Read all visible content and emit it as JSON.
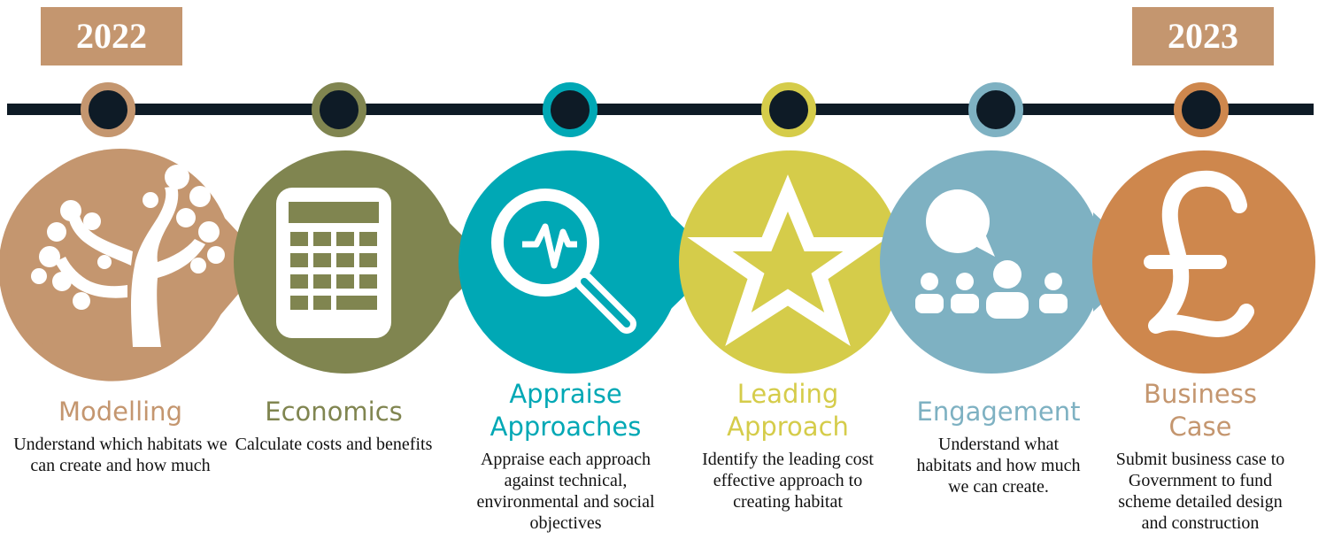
{
  "timeline": {
    "start_year": "2022",
    "end_year": "2023"
  },
  "colors": {
    "bar": "#0E1B26",
    "modelling": "#C4966F",
    "economics": "#808550",
    "appraise": "#00A8B5",
    "leading": "#D5CC4A",
    "engagement": "#7EB1C2",
    "business": "#CE874D"
  },
  "steps": [
    {
      "id": "modelling",
      "title": "Modelling",
      "description": "Understand which habitats we can create and how much",
      "icon": "coral-icon",
      "color": "#C4966F"
    },
    {
      "id": "economics",
      "title": "Economics",
      "description": "Calculate costs and benefits",
      "icon": "calculator-icon",
      "color": "#808550"
    },
    {
      "id": "appraise",
      "title": "Appraise Approaches",
      "description": "Appraise each approach against technical, environmental and social objectives",
      "icon": "magnifier-pulse-icon",
      "color": "#00A8B5"
    },
    {
      "id": "leading",
      "title": "Leading Approach",
      "description": "Identify the leading cost effective approach to creating habitat",
      "icon": "star-icon",
      "color": "#D5CC4A"
    },
    {
      "id": "engagement",
      "title": "Engagement",
      "description": "Understand what habitats and how much we can create.",
      "icon": "speech-bubble-people-icon",
      "color": "#7EB1C2"
    },
    {
      "id": "business",
      "title": "Business Case",
      "description": "Submit business case to Government to fund scheme detailed design and construction",
      "icon": "pound-sign-icon",
      "color": "#CE874D"
    }
  ]
}
